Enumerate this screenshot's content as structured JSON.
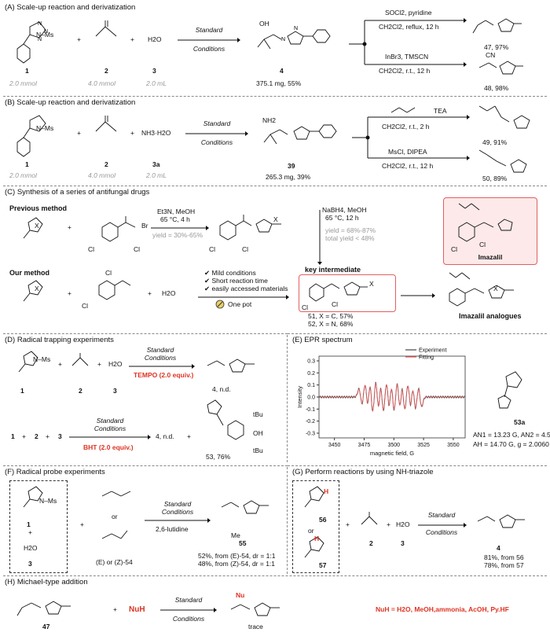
{
  "panelA": {
    "title": "(A) Scale-up reaction and derivatization",
    "c1": "1",
    "c2": "2",
    "c3": "3",
    "c4": "4",
    "ms": "N–Ms",
    "h2o": "H2O",
    "amt1": "2.0 mmol",
    "amt2": "4.0 mmol",
    "amt3": "2.0 mL",
    "cond1": "Standard",
    "cond2": "Conditions",
    "yield4": "375.1 mg, 55%",
    "top_reagent": "SOCl2, pyridine",
    "top_cond": "CH2Cl2, reflux, 12 h",
    "bot_reagent": "InBr3, TMSCN",
    "bot_cond": "CH2Cl2, r.t., 12 h",
    "p47": "47, 97%",
    "p48": "48, 98%",
    "cn": "CN",
    "oh": "OH"
  },
  "panelB": {
    "title": "(B) Scale-up reaction and derivatization",
    "c1": "1",
    "c2": "2",
    "c3": "3a",
    "c39": "39",
    "nh3": "NH3·H2O",
    "amt1": "2.0 mmol",
    "amt2": "4.0 mmol",
    "amt3": "2.0 mL",
    "yield39": "265.3 mg, 39%",
    "top_cond": "CH2Cl2, r.t., 2 h",
    "top_reagent": "TEA",
    "bot_reagent": "MsCl, DIPEA",
    "bot_cond": "CH2Cl2, r.t., 12 h",
    "p49": "49, 91%",
    "p50": "50, 89%",
    "nh2": "NH2"
  },
  "panelC": {
    "title": "(C) Synthesis of a series of antifungal drugs",
    "prev": "Previous method",
    "ours": "Our method",
    "r1a": "Et3N, MeOH",
    "r1b": "65 °C, 4 h",
    "r1y": "yield = 30%-65%",
    "r2a": "NaBH4, MeOH",
    "r2b": "65 °C, 12 h",
    "r2y": "yield = 68%-87%",
    "r2t": "total yield < 48%",
    "key": "key intermediate",
    "f1": "✔ Mild conditions",
    "f2": "✔ Short reaction time",
    "f3": "✔ easily accessed materials",
    "onepot": "One pot",
    "p51": "51, X = C, 57%",
    "p52": "52, X = N, 68%",
    "imazalil": "Imazalil",
    "analogues": "Imazalil analogues",
    "h2o": "H2O",
    "cl": "Cl",
    "br": "Br",
    "x": "X"
  },
  "panelD": {
    "title": "(D) Radical trapping experiments",
    "tempo": "TEMPO (2.0 equiv.)",
    "bht": "BHT (2.0 equiv.)",
    "r1": "4, n.d.",
    "r2": "4, n.d.",
    "p53": "53, 76%",
    "tbu": "tBu"
  },
  "panelE": {
    "title": "(E) EPR spectrum",
    "legend": [
      "Experiment",
      "Fitting"
    ],
    "xlabel": "magnetic field, G",
    "ylabel": "Intensity",
    "xticks": [
      "3450",
      "3475",
      "3500",
      "3525",
      "3550"
    ],
    "yticks": [
      "0.3",
      "0.2",
      "0.1",
      "0.0",
      "-0.1",
      "-0.2",
      "-0.3"
    ],
    "a1": "AN1 = 13.23 G, AN2 = 4.58 G",
    "a2": "AH = 14.70 G, g = 2.0060",
    "c53a": "53a"
  },
  "panelF": {
    "title": "(F) Radical probe experiments",
    "or": "or",
    "ez": "(E) or (Z)-54",
    "lutidine": "2,6-lutidine",
    "c55": "55",
    "y1": "52%, from (E)-54, dr = 1:1",
    "y2": "48%, from (Z)-54, dr = 1:1",
    "me": "Me"
  },
  "panelG": {
    "title": "(G) Perform reactions by using NH-triazole",
    "c56": "56",
    "c57": "57",
    "or": "or",
    "y1": "81%, from 56",
    "y2": "78%, from 57"
  },
  "panelH": {
    "title": "(H) Michael-type addition",
    "c47": "47",
    "nuh": "NuH",
    "nu": "Nu",
    "trace": "trace",
    "note": "NuH = H2O, MeOH,ammonia, AcOH, Py.HF"
  },
  "colors": {
    "red": "#d32f2f",
    "fit": "#e35555",
    "exp": "#444444",
    "pink": "#fde9e9"
  }
}
